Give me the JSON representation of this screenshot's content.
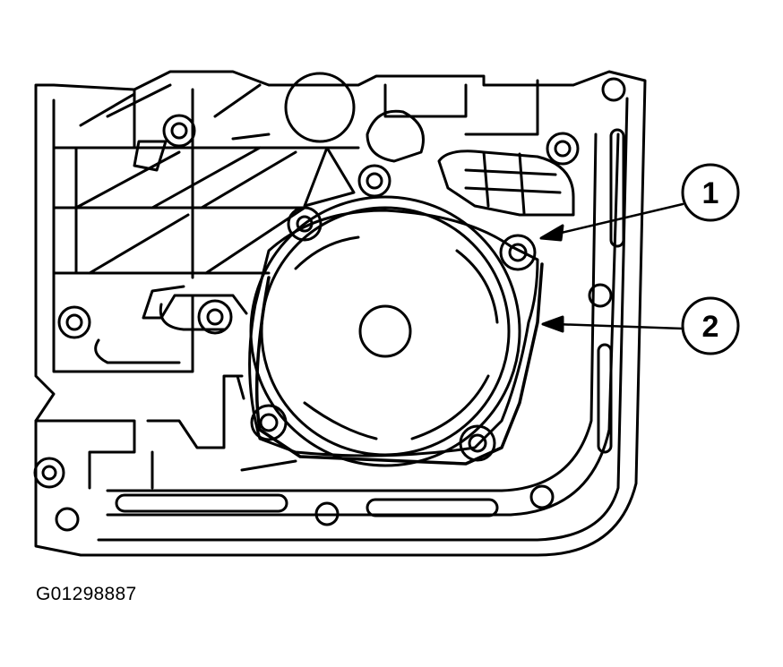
{
  "figure": {
    "id_code": "G01298887",
    "callouts": [
      {
        "label": "1",
        "part": "solenoid-cover-bolt"
      },
      {
        "label": "2",
        "part": "solenoid-cover-gasket"
      }
    ]
  },
  "colors": {
    "ink": "#000000",
    "paper": "#ffffff"
  }
}
